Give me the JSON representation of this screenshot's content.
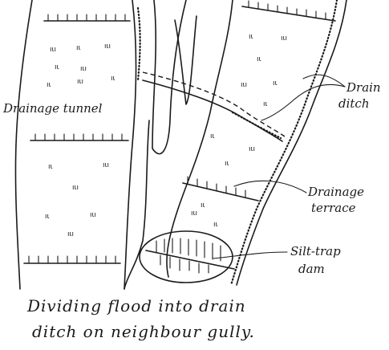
{
  "labels": {
    "drainage_tunnel": "Drainage tunnel",
    "drain_line1": "Drain",
    "drain_line2": "ditch",
    "terrace_line1": "Drainage",
    "terrace_line2": "terrace",
    "silt_line1": "Silt-trap",
    "silt_line2": "dam"
  },
  "caption": {
    "line1": "Dividing flood into drain",
    "line2": "ditch on neighbour gully."
  },
  "icons": {
    "vegetation": "grass-tuft-icon"
  }
}
